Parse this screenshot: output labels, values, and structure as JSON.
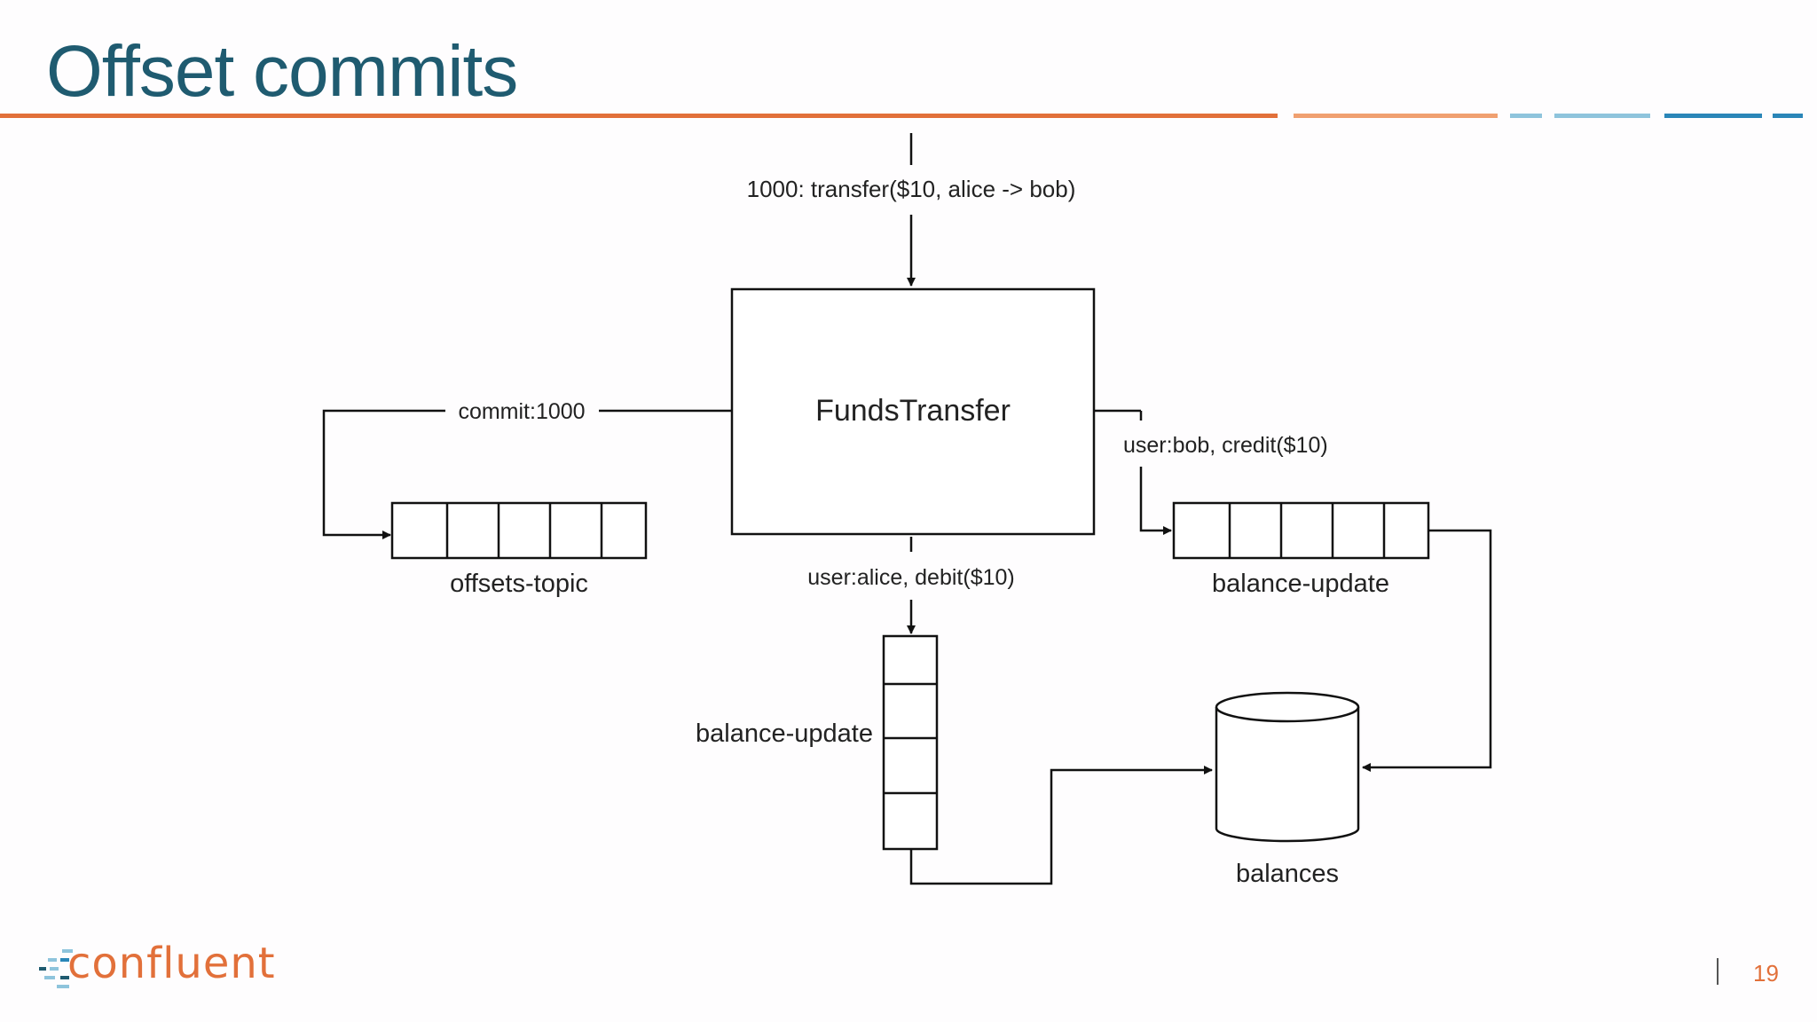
{
  "slide": {
    "title": "Offset commits",
    "page_number": "19"
  },
  "colors": {
    "title": "#1f5b70",
    "accent_orange": "#e2703a",
    "accent_light_orange": "#f0a070",
    "accent_light_blue": "#8ec4dc",
    "accent_blue": "#2a86b8",
    "line": "#111111"
  },
  "diagram": {
    "input_event": "1000: transfer($10, alice -> bob)",
    "processor": "FundsTransfer",
    "commit_label": "commit:1000",
    "offsets_topic": "offsets-topic",
    "credit_event": "user:bob, credit($10)",
    "debit_event": "user:alice, debit($10)",
    "balance_update_right": "balance-update",
    "balance_update_bottom": "balance-update",
    "store": "balances"
  },
  "logo": {
    "text": "confluent",
    "icon": "confluent-logo-icon"
  }
}
